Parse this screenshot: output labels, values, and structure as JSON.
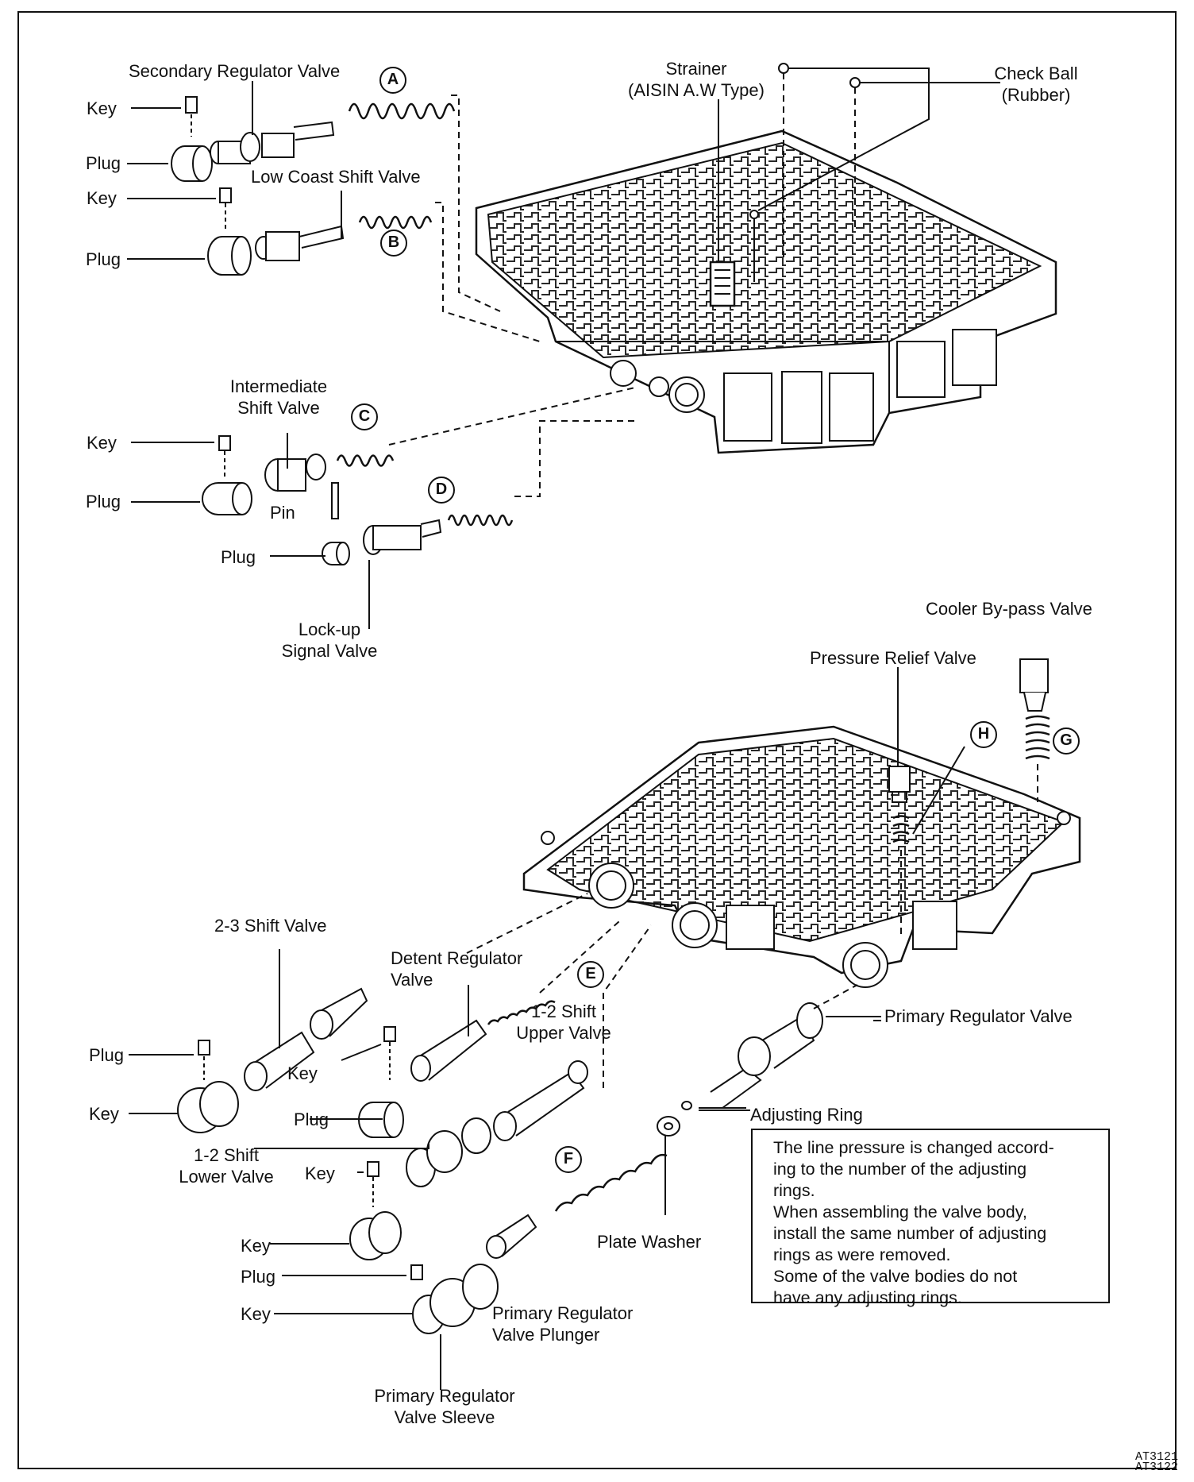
{
  "labels": {
    "secondary_regulator_valve": "Secondary Regulator Valve",
    "key": "Key",
    "plug": "Plug",
    "low_coast_shift_valve": "Low Coast Shift Valve",
    "strainer_1": "Strainer",
    "strainer_2": "(AISIN A.W Type)",
    "check_ball_1": "Check Ball",
    "check_ball_2": "(Rubber)",
    "intermediate_shift_valve_1": "Intermediate",
    "intermediate_shift_valve_2": "Shift Valve",
    "pin": "Pin",
    "lockup_signal_valve_1": "Lock-up",
    "lockup_signal_valve_2": "Signal Valve",
    "cooler_bypass_valve": "Cooler By-pass Valve",
    "pressure_relief_valve": "Pressure Relief Valve",
    "shift_23_valve": "2-3 Shift Valve",
    "detent_regulator_valve_1": "Detent Regulator",
    "detent_regulator_valve_2": "Valve",
    "shift_12_upper_valve_1": "1-2 Shift",
    "shift_12_upper_valve_2": "Upper Valve",
    "primary_regulator_valve": "Primary Regulator Valve",
    "adjusting_ring": "Adjusting Ring",
    "shift_12_lower_valve_1": "1-2 Shift",
    "shift_12_lower_valve_2": "Lower Valve",
    "plate_washer": "Plate Washer",
    "primary_regulator_valve_plunger_1": "Primary Regulator",
    "primary_regulator_valve_plunger_2": "Valve Plunger",
    "primary_regulator_valve_sleeve_1": "Primary Regulator",
    "primary_regulator_valve_sleeve_2": "Valve Sleeve"
  },
  "markers": {
    "a": "A",
    "b": "B",
    "c": "C",
    "d": "D",
    "e": "E",
    "f": "F",
    "g": "G",
    "h": "H"
  },
  "note": [
    "The line pressure is changed accord-",
    "ing to the number of the adjusting",
    "rings.",
    "When assembling the valve body,",
    "install the same number of adjusting",
    "rings as were removed.",
    "Some of the valve bodies do not",
    "have any adjusting rings."
  ],
  "figure_codes": [
    "AT3121",
    "AT3122"
  ]
}
